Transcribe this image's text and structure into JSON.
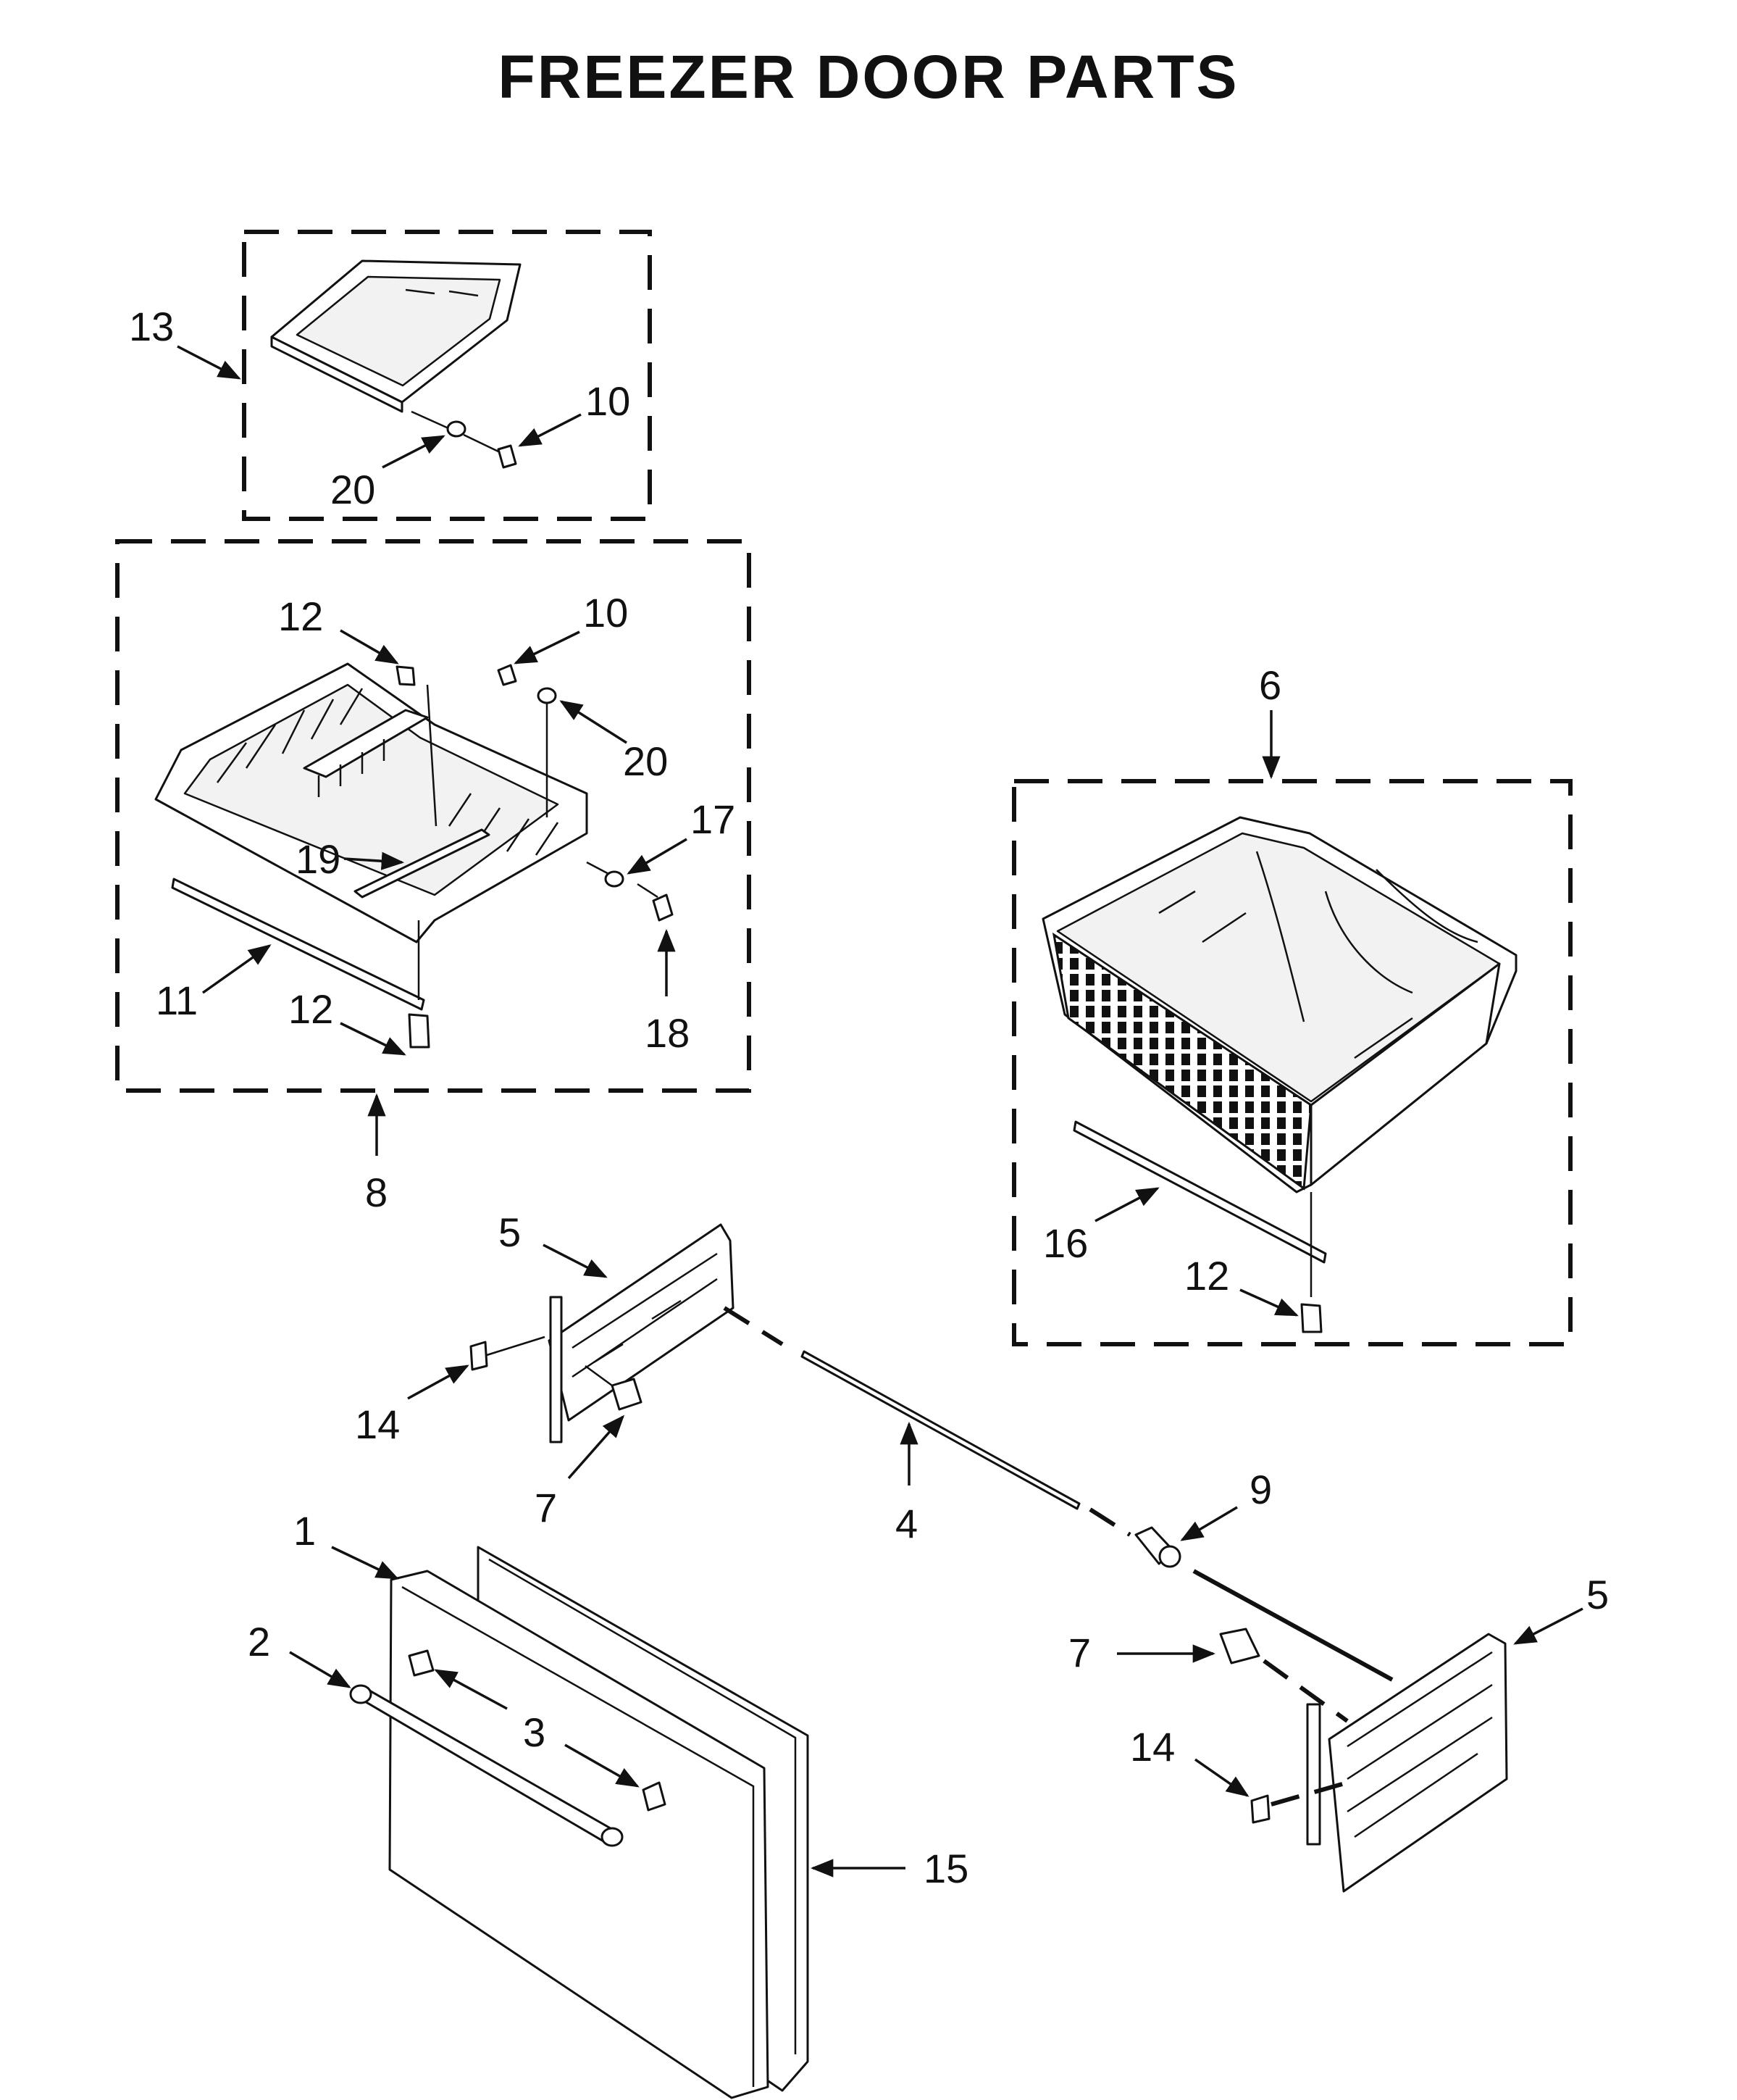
{
  "title": "FREEZER DOOR PARTS",
  "callouts": {
    "c13": "13",
    "c10a": "10",
    "c20a": "20",
    "c12a": "12",
    "c10b": "10",
    "c20b": "20",
    "c17": "17",
    "c19": "19",
    "c11": "11",
    "c12b": "12",
    "c18": "18",
    "c8": "8",
    "c6": "6",
    "c16": "16",
    "c12c": "12",
    "c5a": "5",
    "c14a": "14",
    "c7a": "7",
    "c4": "4",
    "c9": "9",
    "c1": "1",
    "c2": "2",
    "c3": "3",
    "c15": "15",
    "c5b": "5",
    "c7b": "7",
    "c14b": "14"
  }
}
